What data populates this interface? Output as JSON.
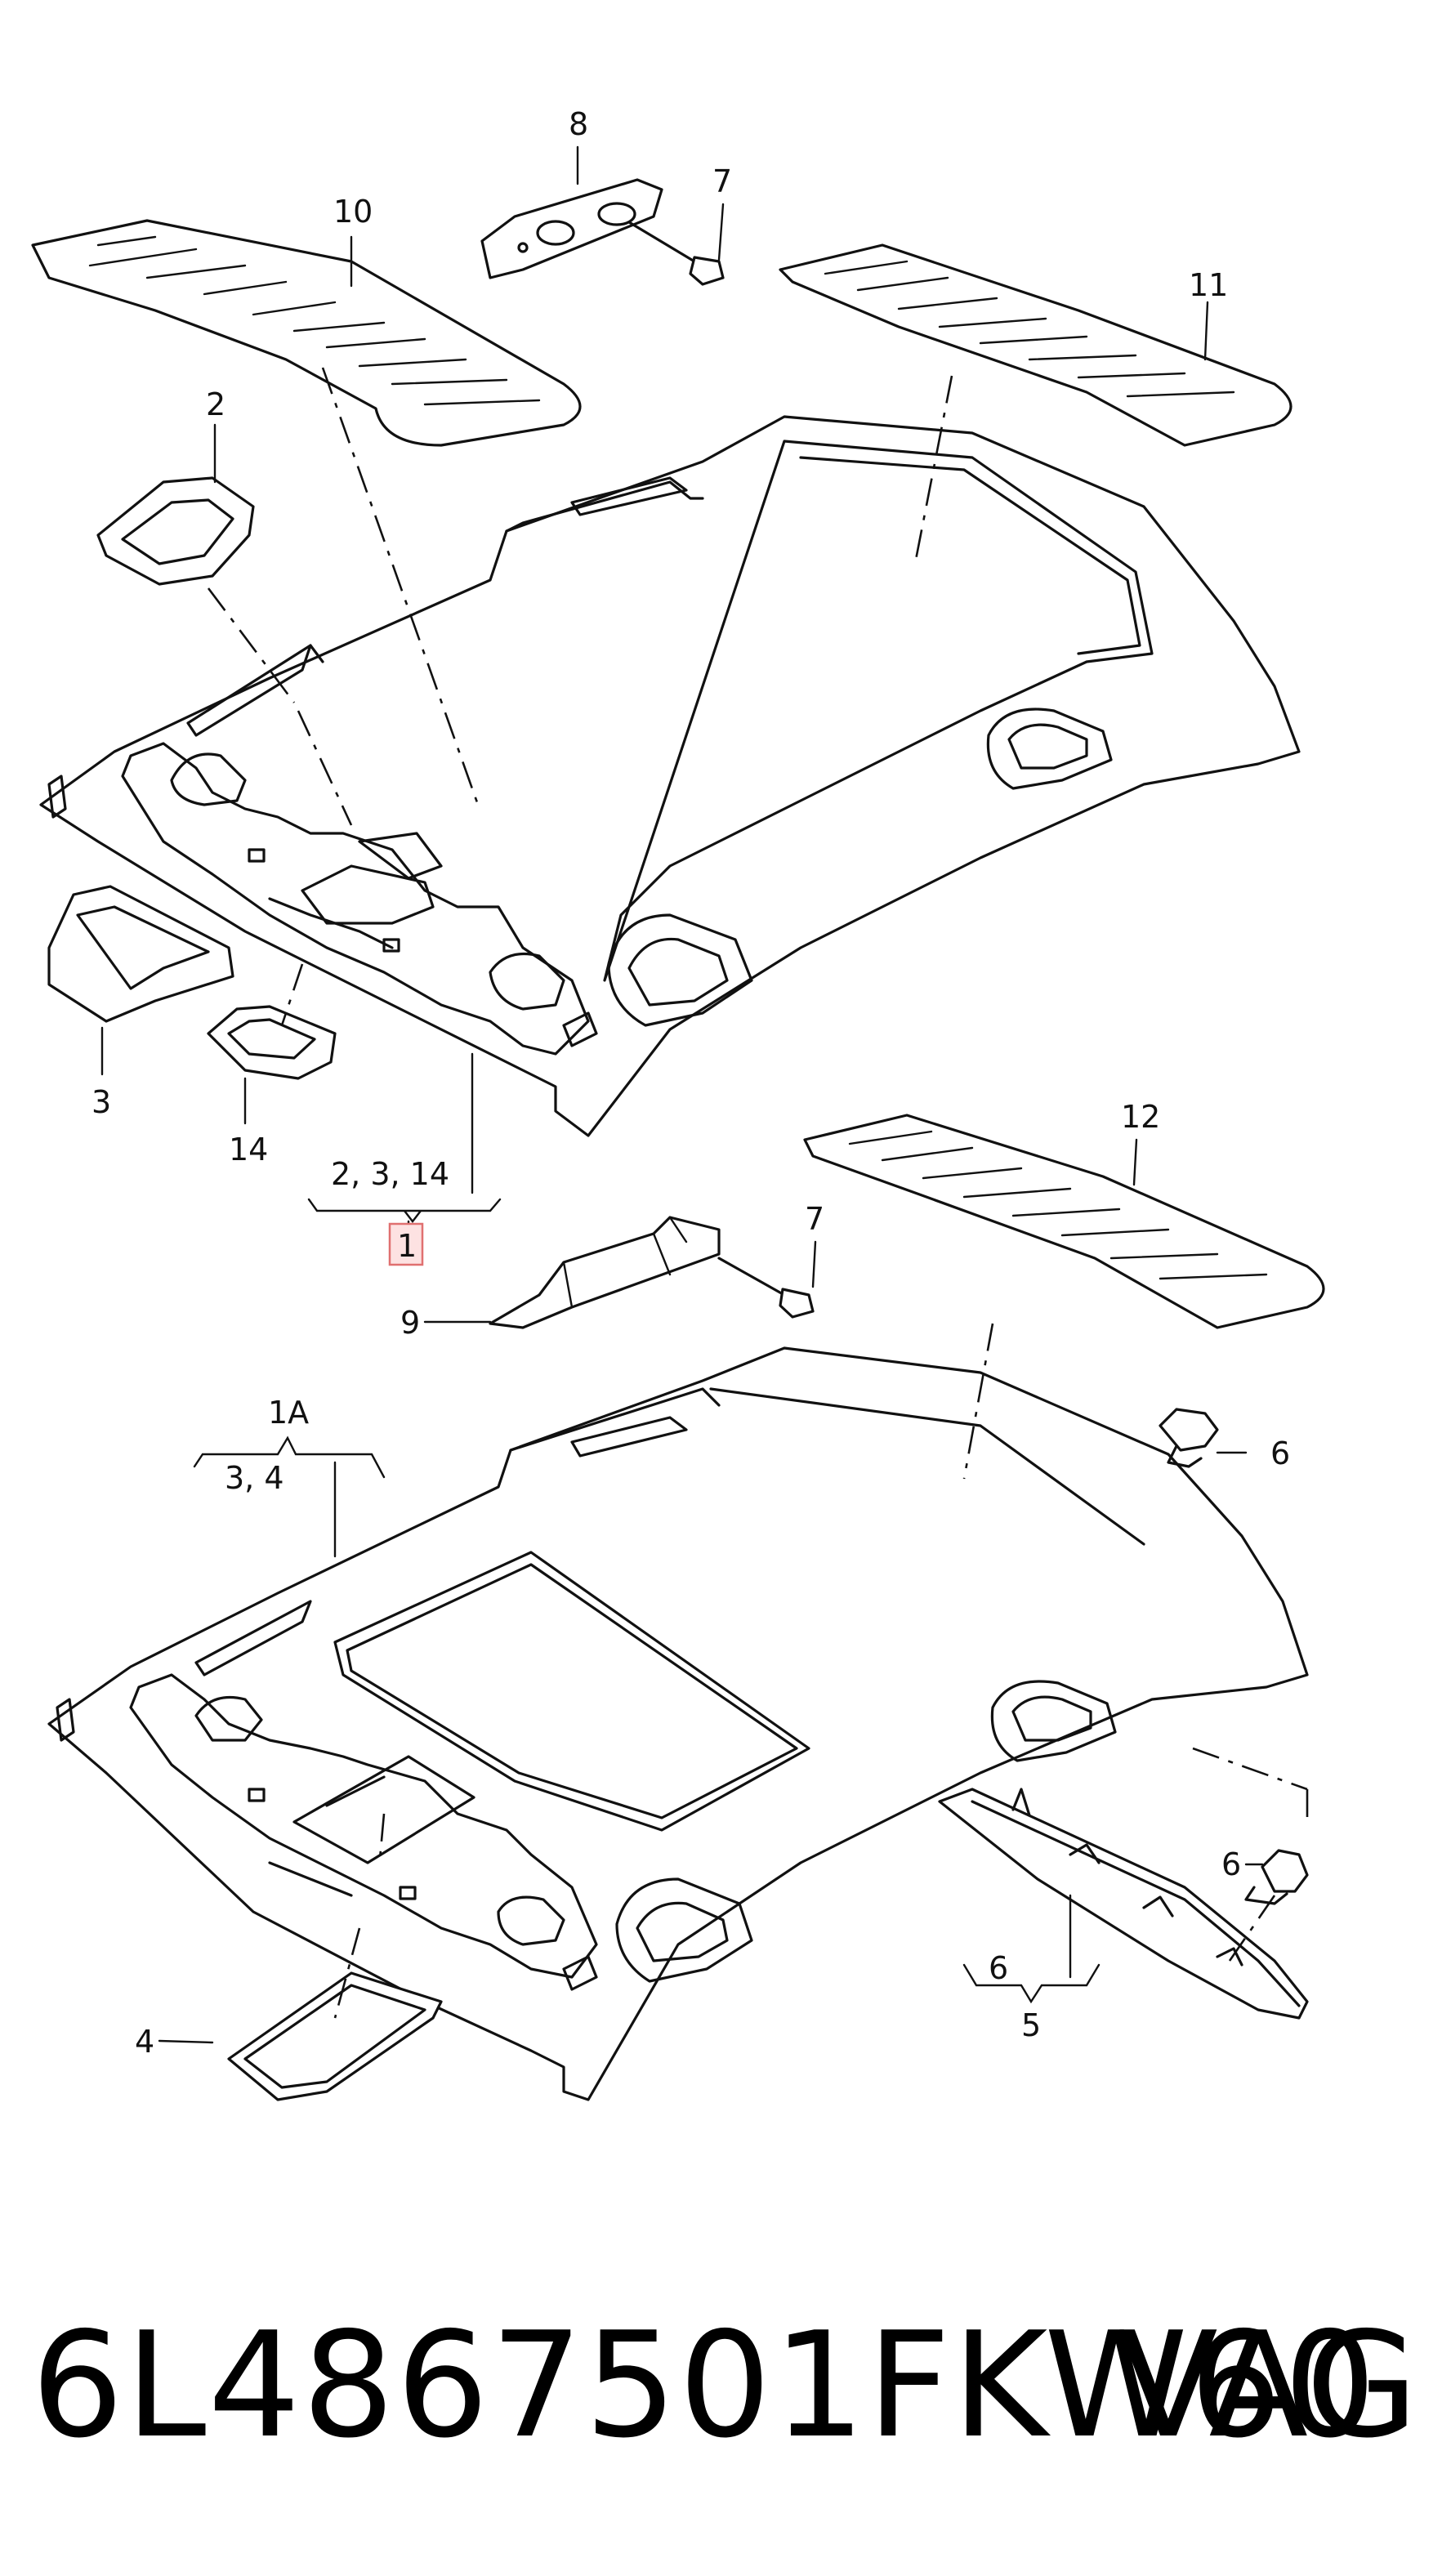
{
  "callouts": {
    "c1": "1",
    "c1_group": "2, 3, 14",
    "c1A": "1A",
    "c1A_group": "3, 4",
    "c2": "2",
    "c3": "3",
    "c4": "4",
    "c5": "5",
    "c5_group": "6",
    "c6a": "6",
    "c6b": "6",
    "c7a": "7",
    "c7b": "7",
    "c8": "8",
    "c9": "9",
    "c10": "10",
    "c11": "11",
    "c12": "12",
    "c14": "14"
  },
  "footer": {
    "part_number": "6L4867501FKW60",
    "brand": "VAG"
  }
}
